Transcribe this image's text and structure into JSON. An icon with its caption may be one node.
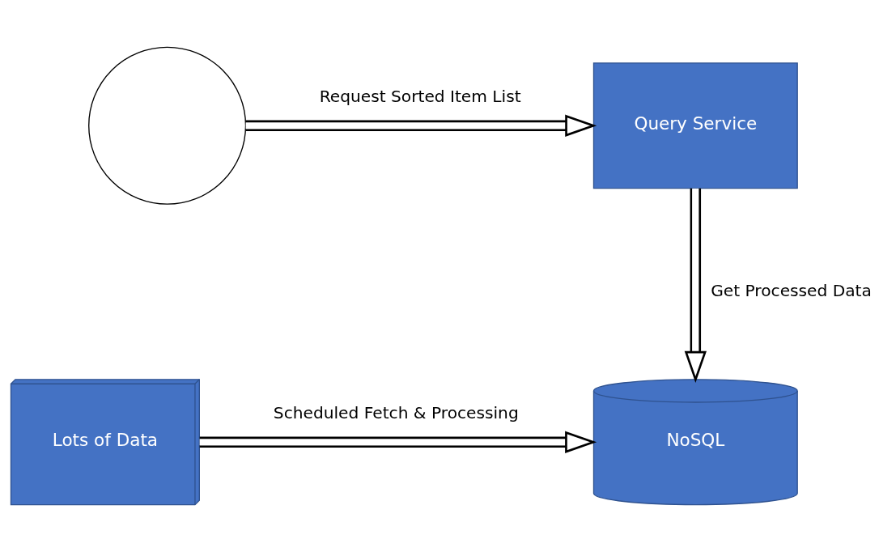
{
  "diagram": {
    "nodes": [
      {
        "text": [],
        "shape": "circle"
      },
      {
        "text": [
          "Query Service"
        ]
      },
      {
        "text": [
          "Lots of Data"
        ]
      },
      {
        "text": [
          "NoSQL"
        ]
      }
    ],
    "edges": [
      {
        "from": 0,
        "to": 1,
        "arrow": "to",
        "label": "Request Sorted Item List"
      },
      {
        "from": 1,
        "to": 3,
        "arrow": "to",
        "label": "Get Processed Data"
      },
      {
        "from": 2,
        "to": 3,
        "arrow": "to",
        "label": "Scheduled Fetch & Processing"
      }
    ]
  }
}
